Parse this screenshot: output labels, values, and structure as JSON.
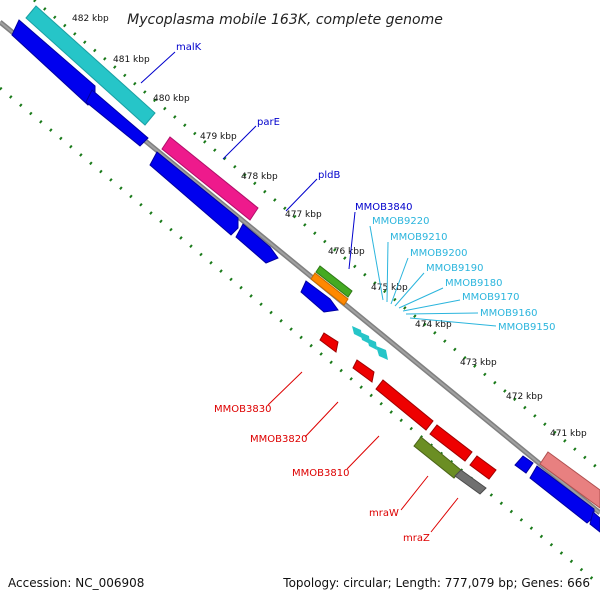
{
  "title": "Mycoplasma mobile 163K, complete genome",
  "footer": {
    "accession": "Accession: NC_006908",
    "stats": "Topology: circular; Length: 777,079 bp; Genes: 666"
  },
  "colors": {
    "backbone": "#808080",
    "tick": "#1a7a1a",
    "blue": "#0000ee",
    "cyan": "#26c5c8",
    "magenta": "#ee1a8c",
    "green": "#44aa22",
    "orange": "#ff8800",
    "red": "#ee0000",
    "olive": "#6b8e23",
    "gray": "#707070",
    "pink": "#e88080",
    "label_blue": "#0000cc",
    "label_cyan": "#2bb5dd",
    "label_red": "#dd0000"
  },
  "ticks": [
    "482 kbp",
    "481 kbp",
    "480 kbp",
    "479 kbp",
    "478 kbp",
    "477 kbp",
    "476 kbp",
    "475 kbp",
    "474 kbp",
    "473 kbp",
    "472 kbp",
    "471 kbp"
  ],
  "labels": {
    "malK": "malK",
    "parE": "parE",
    "pldB": "pldB",
    "MMOB3840": "MMOB3840",
    "MMOB9220": "MMOB9220",
    "MMOB9210": "MMOB9210",
    "MMOB9200": "MMOB9200",
    "MMOB9190": "MMOB9190",
    "MMOB9180": "MMOB9180",
    "MMOB9170": "MMOB9170",
    "MMOB9160": "MMOB9160",
    "MMOB9150": "MMOB9150",
    "MMOB3830": "MMOB3830",
    "MMOB3820": "MMOB3820",
    "MMOB3810": "MMOB3810",
    "mraW": "mraW",
    "mraZ": "mraZ"
  }
}
